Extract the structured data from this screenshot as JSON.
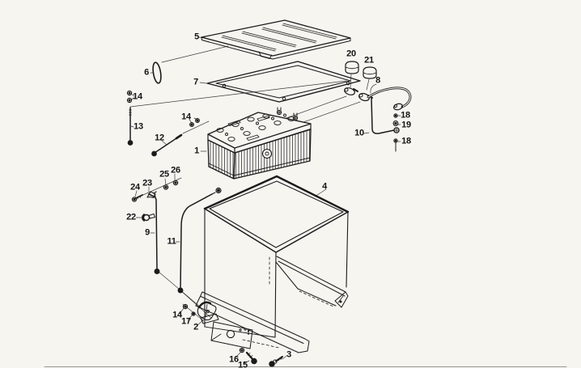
{
  "figure": {
    "type": "exploded-parts-diagram",
    "subject": "Battery box assembly with cover, frame, battery, box, rods, cables and fasteners",
    "background_color": "#f6f5f0",
    "line_color": "#1b1b1b"
  },
  "labels": {
    "l1": "1",
    "l2": "2",
    "l3": "3",
    "l4": "4",
    "l5": "5",
    "l6": "6",
    "l7": "7",
    "l8": "8",
    "l9": "9",
    "l10": "10",
    "l11": "11",
    "l12": "12",
    "l13": "13",
    "l14a": "14",
    "l14b": "14",
    "l14c": "14",
    "l15": "15",
    "l16": "16",
    "l17": "17",
    "l18a": "18",
    "l18b": "18",
    "l19": "19",
    "l20": "20",
    "l21": "21",
    "l22": "22",
    "l23": "23",
    "l24": "24",
    "l25": "25",
    "l26": "26"
  }
}
